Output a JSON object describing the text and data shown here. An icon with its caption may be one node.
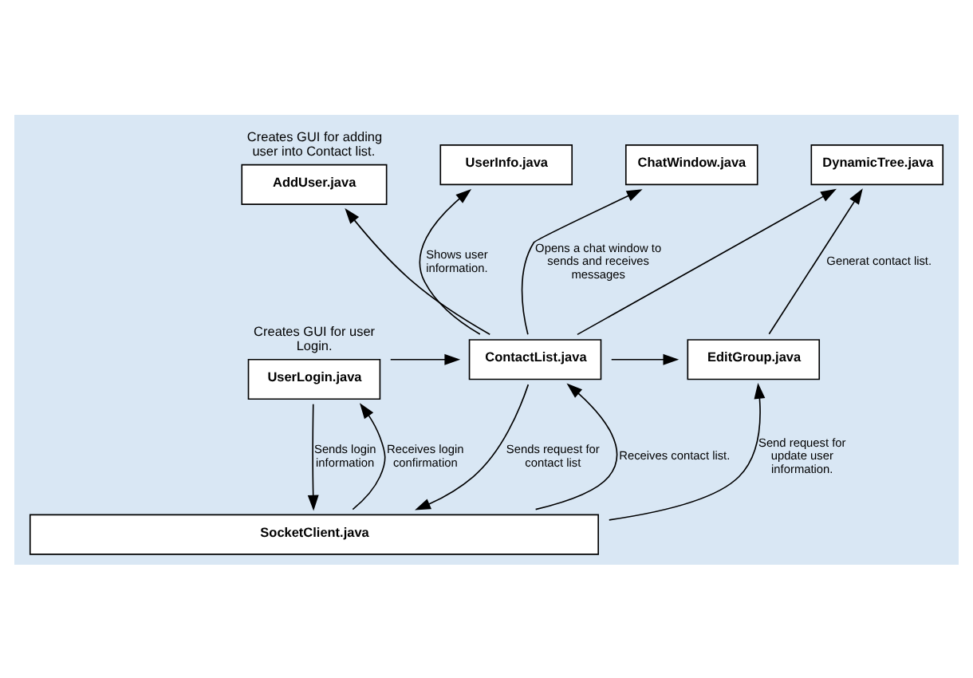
{
  "diagram": {
    "nodes": [
      {
        "text": [
          "AddUser.java"
        ],
        "beside": [
          "Creates GUI for adding user into Contact list."
        ]
      },
      {
        "text": [
          "UserInfo.java"
        ]
      },
      {
        "text": [
          "ChatWindow.java"
        ]
      },
      {
        "text": [
          "DynamicTree.java"
        ]
      },
      {
        "text": [
          "UserLogin.java"
        ],
        "beside": [
          "Creates GUI for user Login."
        ]
      },
      {
        "text": [
          "ContactList.java"
        ]
      },
      {
        "text": [
          "EditGroup.java"
        ]
      },
      {
        "text": [
          "SocketClient.java"
        ]
      }
    ],
    "edges": [
      {
        "from": 5,
        "to": 0,
        "arrow": "to"
      },
      {
        "from": 5,
        "to": 1,
        "arrow": "to",
        "label": "Shows user information."
      },
      {
        "from": 5,
        "to": 2,
        "arrow": "to",
        "label": "Opens a chat window to sends and receives messages"
      },
      {
        "from": 5,
        "to": 3,
        "arrow": "to"
      },
      {
        "from": 6,
        "to": 3,
        "arrow": "to",
        "label": "Generat contact list."
      },
      {
        "from": 4,
        "to": 5,
        "arrow": "to"
      },
      {
        "from": 5,
        "to": 6,
        "arrow": "to"
      },
      {
        "from": 4,
        "to": 7,
        "arrow": "to",
        "label": "Sends login information"
      },
      {
        "from": 7,
        "to": 4,
        "arrow": "to",
        "label": "Receives login confirmation"
      },
      {
        "from": 5,
        "to": 7,
        "arrow": "to",
        "label": "Sends request for contact list"
      },
      {
        "from": 7,
        "to": 5,
        "arrow": "to",
        "label": "Receives contact list."
      },
      {
        "from": 7,
        "to": 6,
        "arrow": "to",
        "label": "Send request for update user information."
      }
    ]
  }
}
